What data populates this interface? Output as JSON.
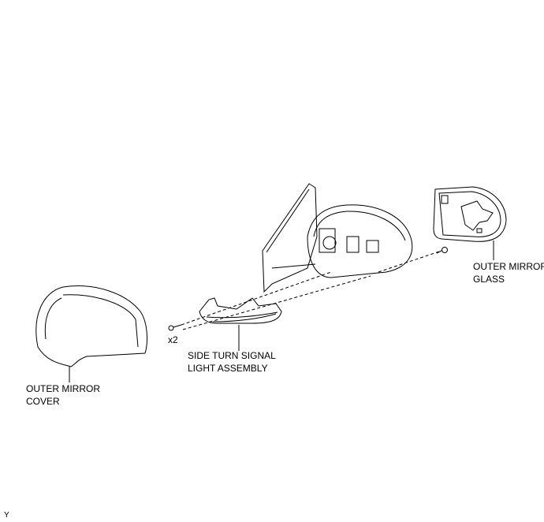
{
  "labels": {
    "cover": [
      "OUTER MIRROR",
      "COVER"
    ],
    "turn_signal": [
      "SIDE TURN SIGNAL",
      "LIGHT ASSEMBLY"
    ],
    "glass": [
      "OUTER MIRROR",
      "GLASS"
    ],
    "screw_qty": "x2",
    "corner_mark": "Y"
  },
  "colors": {
    "line": "#000000",
    "background": "#ffffff"
  }
}
